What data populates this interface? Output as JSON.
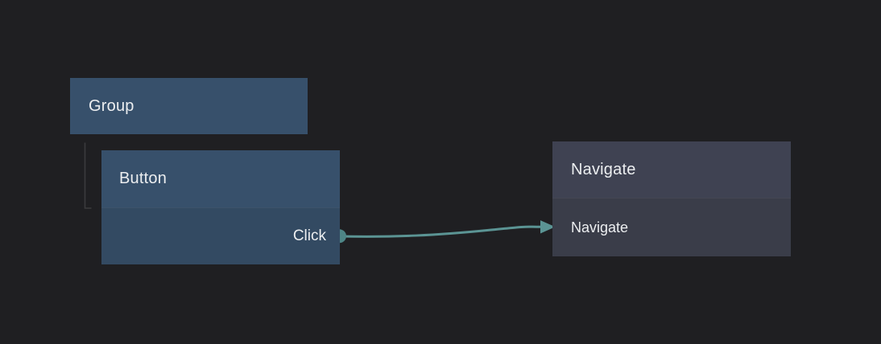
{
  "canvas": {
    "type_label": "node-flow-editor"
  },
  "colors": {
    "background": "#1f1f22",
    "node_blue_header": "#37506b",
    "node_blue_body": "#334a62",
    "node_gray_header": "#3f4252",
    "node_gray_body": "#3a3d49",
    "wire": "#5b9494",
    "port": "#4e8687",
    "hierarchy_line": "#3b3b3d",
    "text_primary": "#eceef0"
  },
  "nodes": {
    "group": {
      "title": "Group"
    },
    "button": {
      "title": "Button",
      "output_port_label": "Click"
    },
    "navigate": {
      "title": "Navigate",
      "action_label": "Navigate"
    }
  }
}
